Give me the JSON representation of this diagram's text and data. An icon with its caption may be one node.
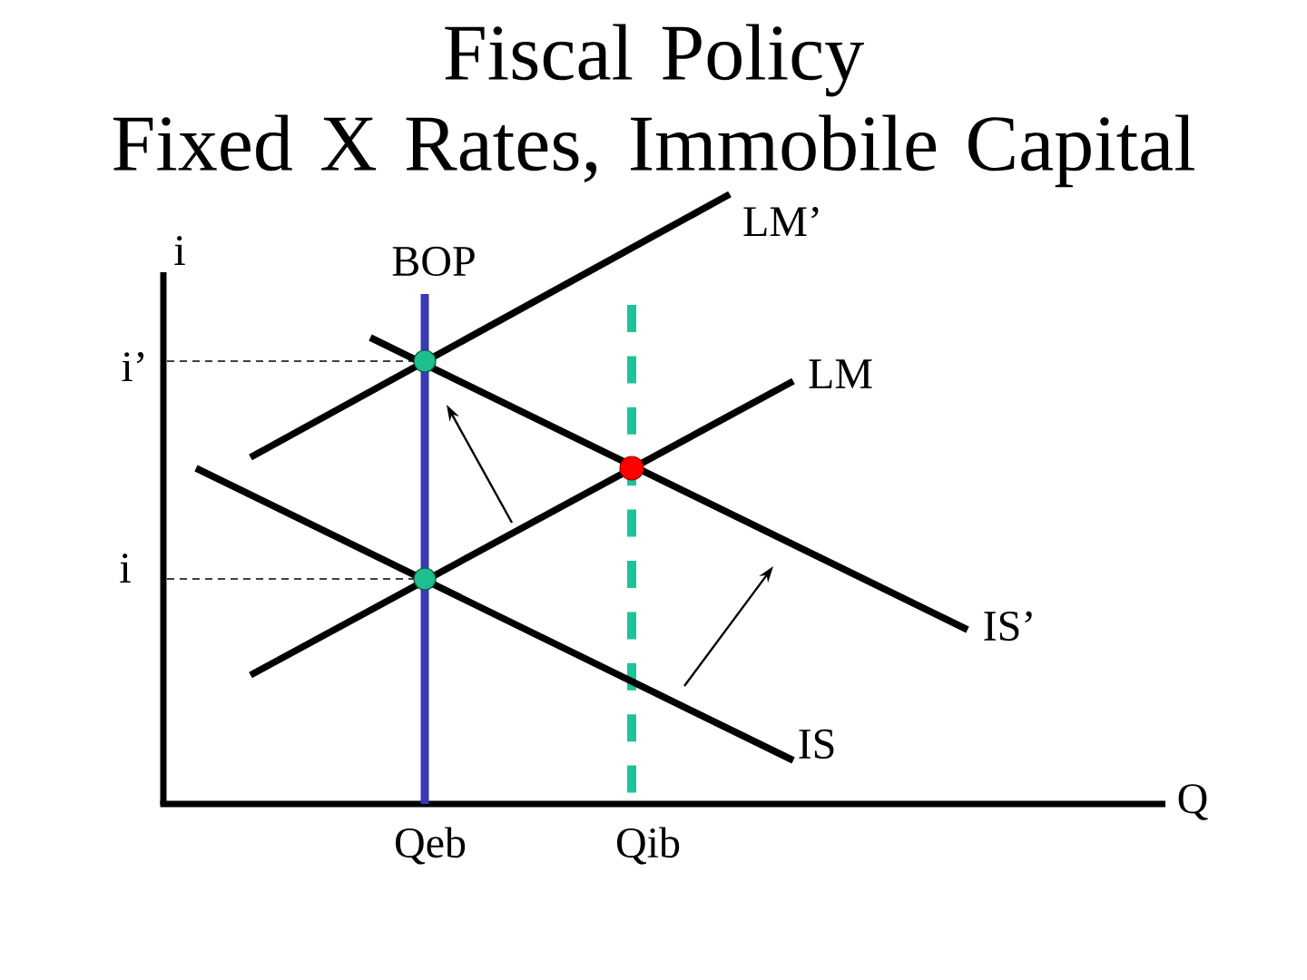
{
  "diagram": {
    "title": "Fiscal Policy Fixed X Rates, Immobile Capital",
    "labels": [
      "i",
      "BOP",
      "LM’",
      "i’",
      "LM",
      "i",
      "IS’",
      "IS",
      "Q",
      "Qeb",
      "Qib"
    ]
  }
}
